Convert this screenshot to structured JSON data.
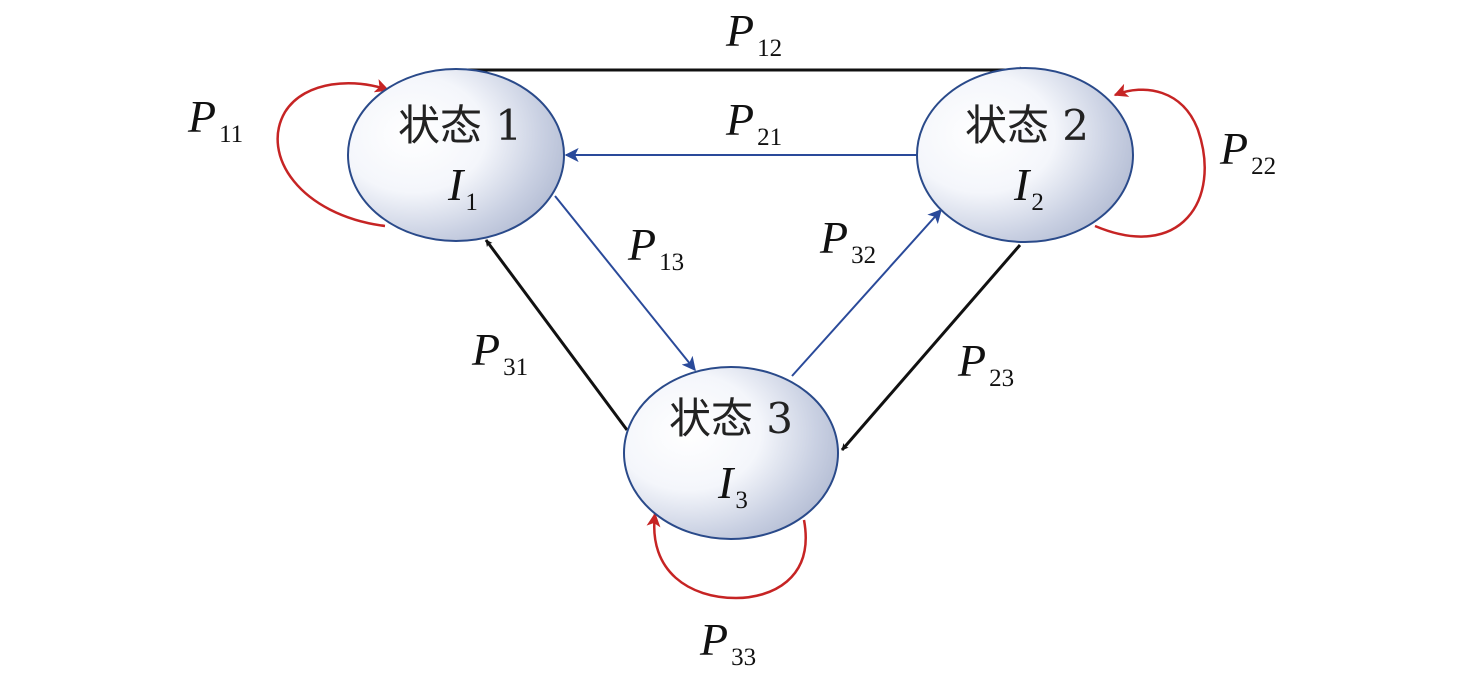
{
  "diagram": {
    "colors": {
      "black": "#111111",
      "blue": "#2a4a9a",
      "red": "#c62424",
      "node_border": "#2a4a8a"
    },
    "states": [
      {
        "id": "s1",
        "name": "状态 1",
        "var": "I",
        "sub": "1"
      },
      {
        "id": "s2",
        "name": "状态 2",
        "var": "I",
        "sub": "2"
      },
      {
        "id": "s3",
        "name": "状态 3",
        "var": "I",
        "sub": "3"
      }
    ],
    "transitions": [
      {
        "id": "p12",
        "from": "s1",
        "to": "s2",
        "var": "P",
        "sub": "12",
        "color": "black"
      },
      {
        "id": "p21",
        "from": "s2",
        "to": "s1",
        "var": "P",
        "sub": "21",
        "color": "blue"
      },
      {
        "id": "p13",
        "from": "s1",
        "to": "s3",
        "var": "P",
        "sub": "13",
        "color": "blue"
      },
      {
        "id": "p31",
        "from": "s3",
        "to": "s1",
        "var": "P",
        "sub": "31",
        "color": "black"
      },
      {
        "id": "p32",
        "from": "s3",
        "to": "s2",
        "var": "P",
        "sub": "32",
        "color": "blue"
      },
      {
        "id": "p23",
        "from": "s2",
        "to": "s3",
        "var": "P",
        "sub": "23",
        "color": "black"
      },
      {
        "id": "p11",
        "from": "s1",
        "to": "s1",
        "var": "P",
        "sub": "11",
        "color": "red"
      },
      {
        "id": "p22",
        "from": "s2",
        "to": "s2",
        "var": "P",
        "sub": "22",
        "color": "red"
      },
      {
        "id": "p33",
        "from": "s3",
        "to": "s3",
        "var": "P",
        "sub": "33",
        "color": "red"
      }
    ]
  }
}
